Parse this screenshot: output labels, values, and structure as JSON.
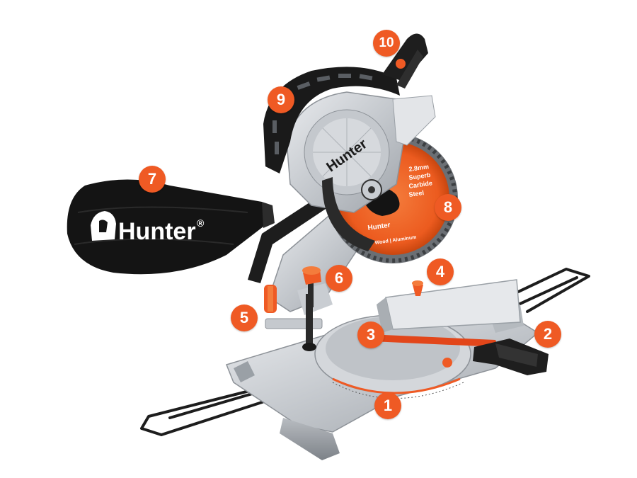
{
  "brand": {
    "bag_logo": "Hunter",
    "registered_mark": "®",
    "guard_logo": "Hunter",
    "blade_logo": "Hunter"
  },
  "blade_label": {
    "line1": "2.8mm",
    "line2": "Superb",
    "line3": "Carbide",
    "line4": "Steel",
    "line5": "Wood | Aluminum"
  },
  "callouts": [
    "1",
    "2",
    "3",
    "4",
    "5",
    "6",
    "7",
    "8",
    "9",
    "10"
  ],
  "colors": {
    "accent": "#ef5a24",
    "bag": "#141414",
    "metal": "#c9cdd2",
    "guard": "#1a1a1a"
  }
}
